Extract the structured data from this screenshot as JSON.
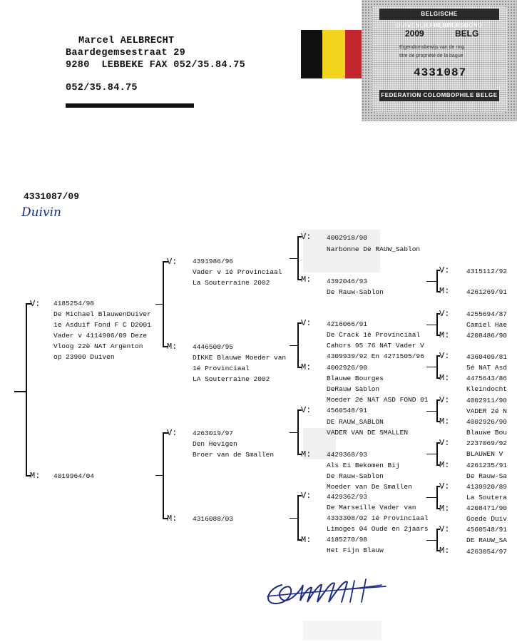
{
  "header": {
    "name": "Marcel AELBRECHT",
    "street": "Baardegemsestraat 29",
    "city_fax": "9280  LEBBEKE FAX 052/35.84.75",
    "phone": "052/35.84.75"
  },
  "flag": {
    "colors": [
      "#111111",
      "#f2d41f",
      "#c1272d"
    ]
  },
  "ring_label": {
    "top_band": "BELGISCHE DUIVENLIEFHEBBERSBOND",
    "year": "2009",
    "country": "BELG",
    "line1": "Eigendomsbewijs van de ring",
    "line2": "titre de propriété de la bague",
    "ring_number": "4331087",
    "bottom_band": "FEDERATION COLOMBOPHILE BELGE"
  },
  "pigeon": {
    "ring": "4331087/09",
    "sex_handwritten": "Duivin"
  },
  "labels": {
    "v": "V:",
    "m": "M:"
  },
  "gen1": {
    "v": {
      "ring": "4185254/98",
      "lines": [
        "De Michael BlauwenDuiver",
        "1e Asduif Fond F C D2001",
        "Vader v 4114906/09 Deze",
        "Vloog 22è NAT Argenton",
        "op 23900 Duiven"
      ]
    },
    "m": {
      "ring": "4019964/04",
      "lines": []
    }
  },
  "gen2": {
    "vv": {
      "ring": "4391986/96",
      "lines": [
        "Vader v 1é Provinciaal",
        "La Souterraine 2002"
      ]
    },
    "vm": {
      "ring": "4446500/95",
      "lines": [
        "DIKKE Blauwe Moeder van",
        "1é Provinciaal",
        "LA Souterraine 2002"
      ]
    },
    "mv": {
      "ring": "4263019/97",
      "lines": [
        "Den Hevigen",
        "Broer van de Smallen"
      ]
    },
    "mm": {
      "ring": "4316088/03",
      "lines": []
    }
  },
  "gen3": [
    {
      "ring": "4002918/90",
      "lines": [
        "Narbonne De RAUW_Sablon"
      ]
    },
    {
      "ring": "4392046/93",
      "lines": [
        "De Rauw-Sablon"
      ]
    },
    {
      "ring": "4216066/91",
      "lines": [
        "De Crack 1é Provinciaal",
        "Cahors 95 76 NAT Vader V",
        "4309939/92 En 4271505/96"
      ]
    },
    {
      "ring": "4002926/90",
      "lines": [
        "Blauwe Bourges",
        "DeRauw Sablon",
        "Moeder 2é NAT ASD FOND 01"
      ]
    },
    {
      "ring": "4560548/91",
      "lines": [
        "DE RAUW_SABLON",
        "VADER VAN DE SMALLEN"
      ]
    },
    {
      "ring": "4429368/93",
      "lines": [
        "Als Ei Bekomen Bij",
        "De Rauw-Sablon",
        "Moeder van De Smallen"
      ]
    },
    {
      "ring": "4429362/93",
      "lines": [
        "De Marseille Vader van",
        "4333308/02 1é Provinciaal",
        "Limoges 04 Oude en 2jaars"
      ]
    },
    {
      "ring": "4185270/98",
      "lines": [
        "Het Fijn Blauw"
      ]
    }
  ],
  "gen4": [
    {
      "ring": "4315112/92",
      "lines": []
    },
    {
      "ring": "4261269/91",
      "lines": []
    },
    {
      "ring": "4255694/87",
      "lines": [
        "Camiel Hae"
      ]
    },
    {
      "ring": "4208486/90",
      "lines": []
    },
    {
      "ring": "4360409/81",
      "lines": [
        "5é NAT Asd"
      ]
    },
    {
      "ring": "4475643/86",
      "lines": [
        "Kleindocht"
      ]
    },
    {
      "ring": "4002911/90",
      "lines": [
        "VADER 2é N"
      ]
    },
    {
      "ring": "4002926/90",
      "lines": [
        "Blauwe Bou"
      ]
    },
    {
      "ring": "2237069/92",
      "lines": [
        "BLAUWEN V"
      ]
    },
    {
      "ring": "4261235/91",
      "lines": [
        "De Rauw-Sa"
      ]
    },
    {
      "ring": "4139920/89",
      "lines": [
        "La Soutera"
      ]
    },
    {
      "ring": "4208471/90",
      "lines": [
        "Goede Duiv"
      ]
    },
    {
      "ring": "4560548/91",
      "lines": [
        "DE RAUW_SA"
      ]
    },
    {
      "ring": "4263054/97",
      "lines": []
    }
  ]
}
